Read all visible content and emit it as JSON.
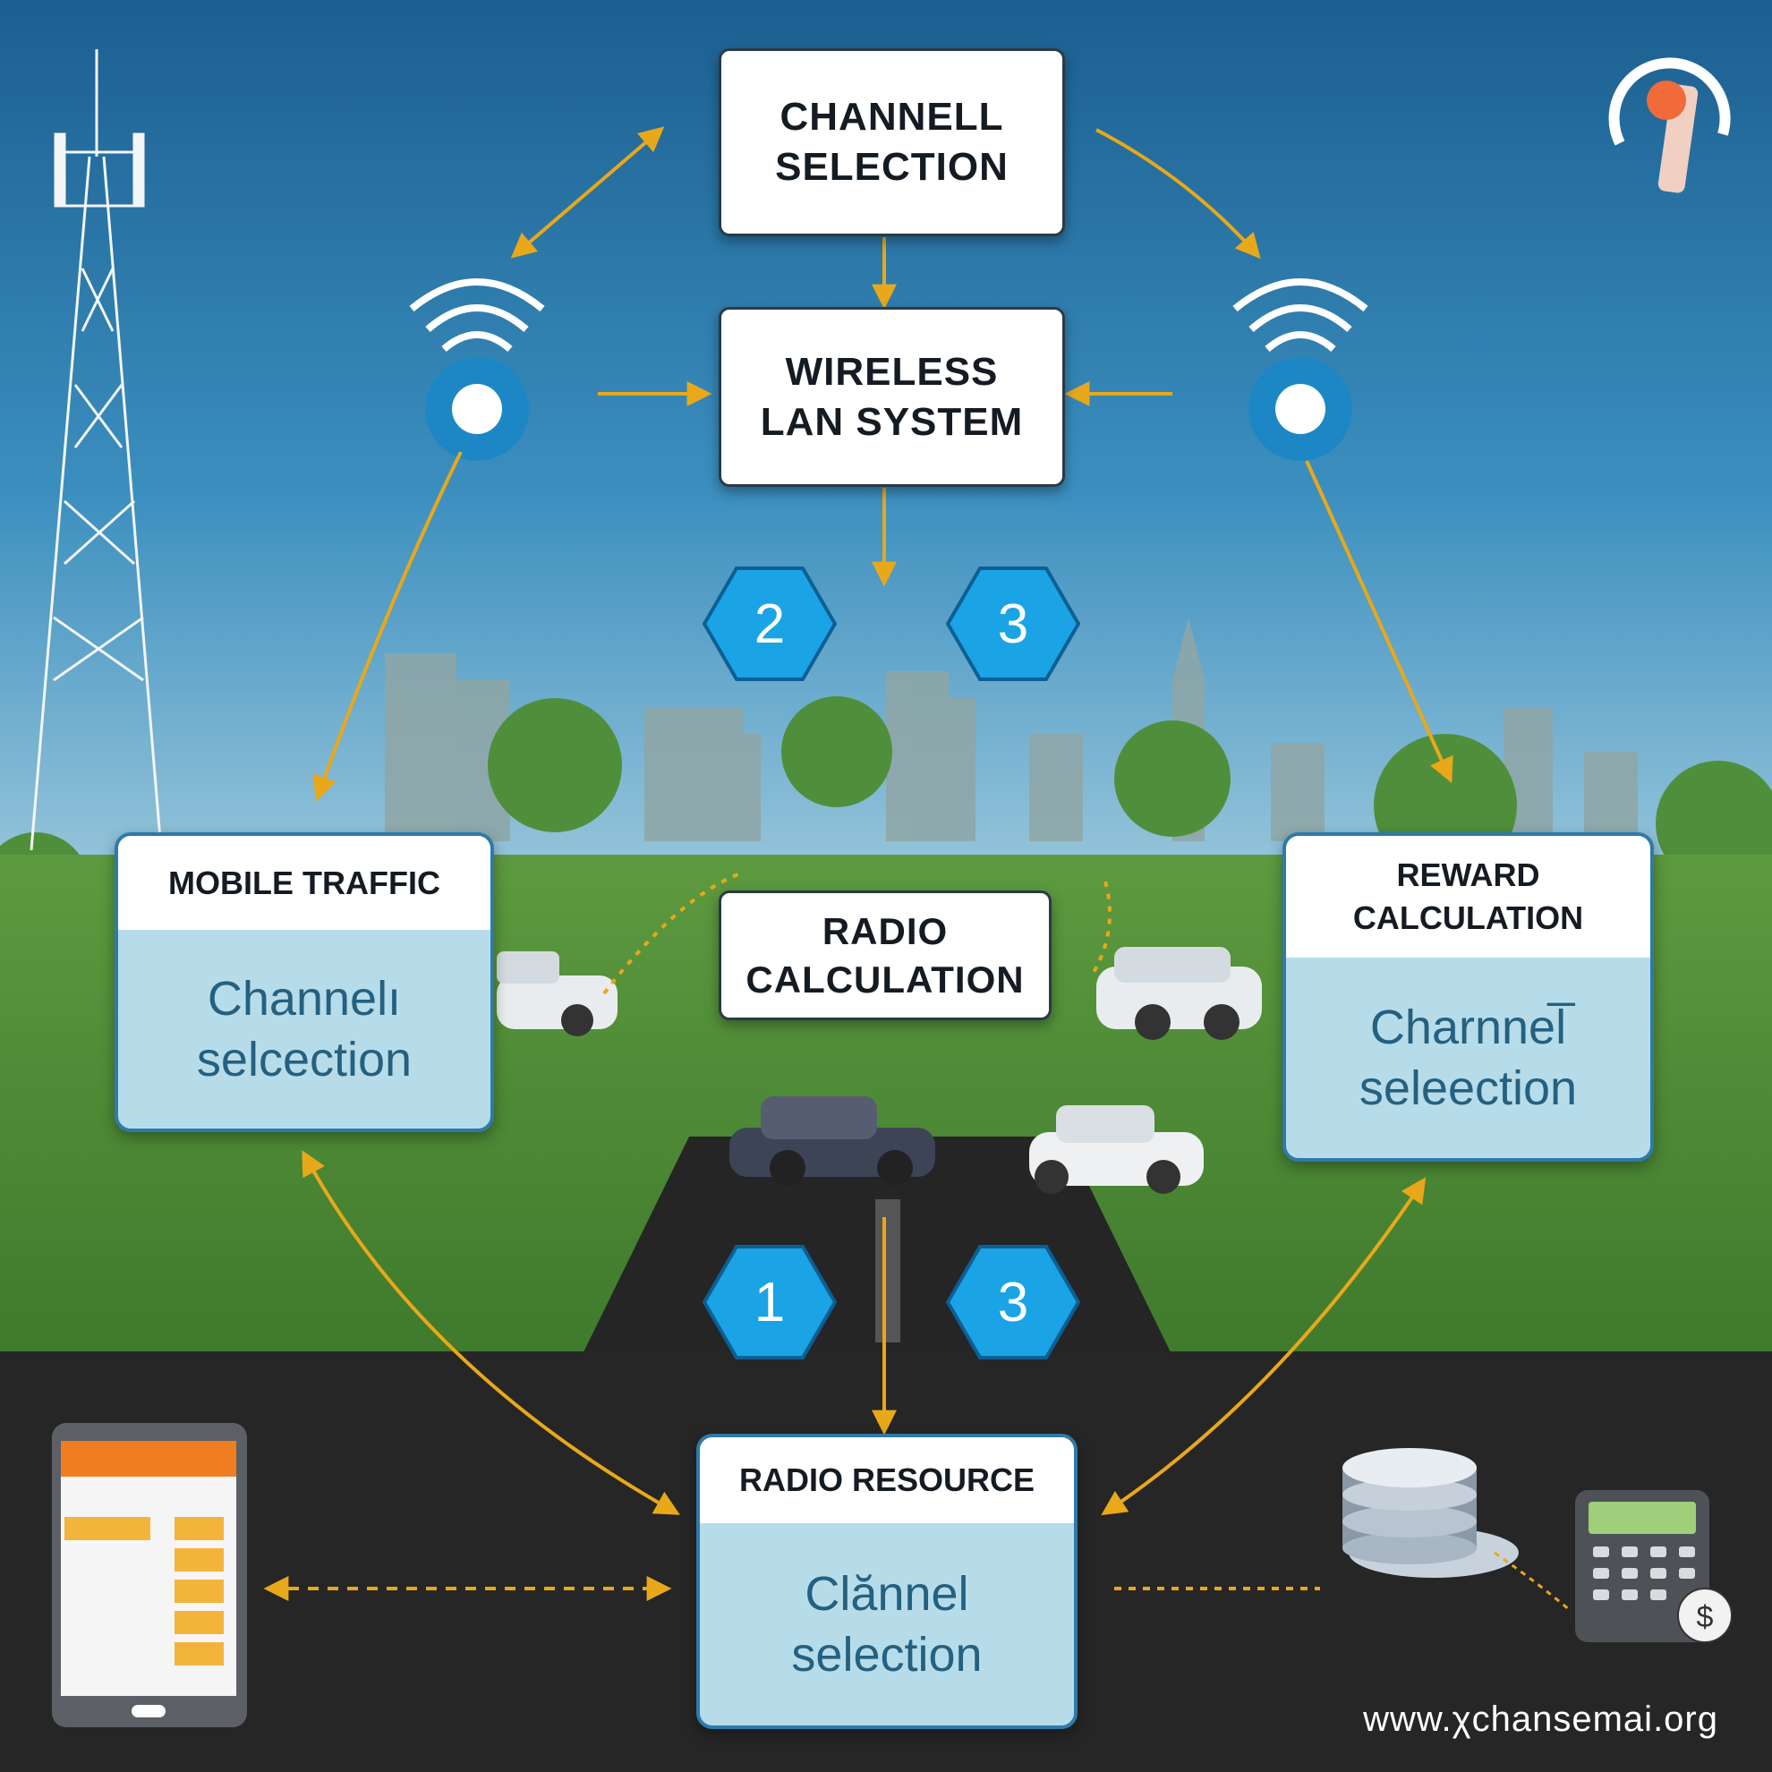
{
  "boxes": {
    "channel_selection": "CHANNELL\nSELECTION",
    "wireless_lan": "WIRELESS\nLAN SYSTEM",
    "radio_calculation": "RADIO\nCALCULATION"
  },
  "cards": {
    "mobile_traffic": {
      "title": "MOBILE TRAFFIC",
      "body": "Channelı\nselcection"
    },
    "reward_calculation": {
      "title": "REWARD\nCALCULATION",
      "body": "Charnnel̅\nseleection"
    },
    "radio_resource": {
      "title": "RADIO RESOURCE",
      "body": "Clănnel\nselection"
    }
  },
  "hexes": {
    "top_left": "2",
    "top_right": "3",
    "bottom_left": "1",
    "bottom_right": "3"
  },
  "watermark": "www.χchansemai.org",
  "colors": {
    "arrow": "#e8a81a",
    "hex": "#1aa4e6",
    "sky_top": "#1f6494",
    "grass": "#4f8a38",
    "ground": "#252525"
  },
  "icons": [
    "cell-tower-icon",
    "wifi-left-icon",
    "wifi-right-icon",
    "logo-icon",
    "tablet-icon",
    "database-icon",
    "calculator-icon"
  ]
}
